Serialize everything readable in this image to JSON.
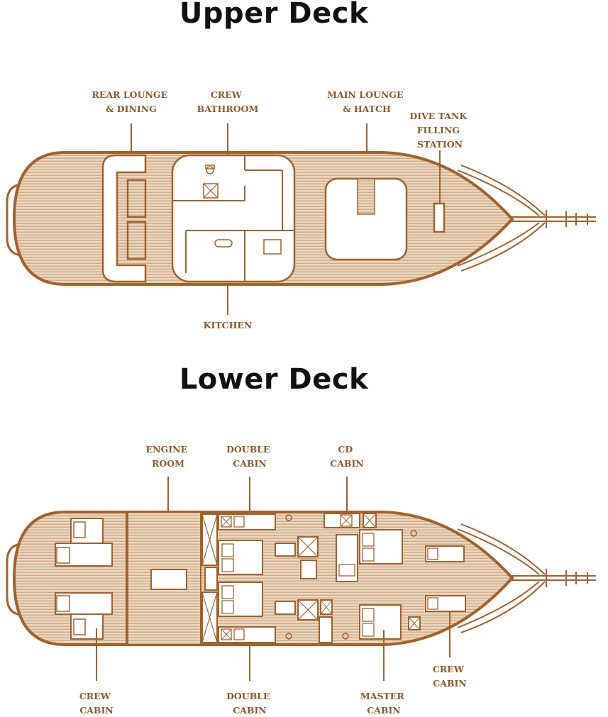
{
  "colors": {
    "outline": "#a0622e",
    "plank": "#c69a72",
    "fill": "#ead6bf",
    "label": "#8a5a2e",
    "background": "#ffffff"
  },
  "upper_deck": {
    "title": "Upper Deck",
    "labels": {
      "rear_lounge": [
        "REAR LOUNGE",
        "& DINING"
      ],
      "crew_bathroom": [
        "CREW",
        "BATHROOM"
      ],
      "main_lounge": [
        "MAIN LOUNGE",
        "& HATCH"
      ],
      "dive_tank": [
        "DIVE TANK",
        "FILLING",
        "STATION"
      ],
      "kitchen": [
        "KITCHEN"
      ]
    }
  },
  "lower_deck": {
    "title": "Lower Deck",
    "labels": {
      "engine_room": [
        "ENGINE",
        "ROOM"
      ],
      "double_cabin_top": [
        "DOUBLE",
        "CABIN"
      ],
      "cd_cabin": [
        "CD",
        "CABIN"
      ],
      "crew_cabin_left": [
        "CREW",
        "CABIN"
      ],
      "double_cabin_bottom": [
        "DOUBLE",
        "CABIN"
      ],
      "master_cabin": [
        "MASTER",
        "CABIN"
      ],
      "crew_cabin_right": [
        "CREW",
        "CABIN"
      ]
    }
  }
}
